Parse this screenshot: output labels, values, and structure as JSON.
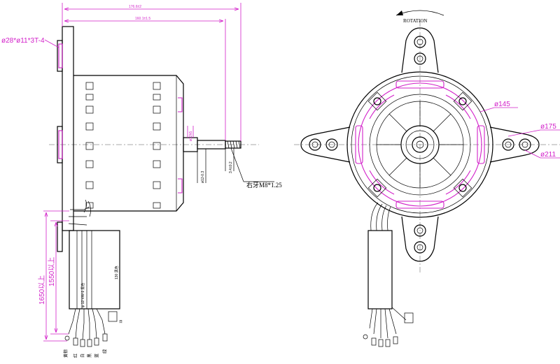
{
  "dimensions": {
    "overall_length": "176.6±2",
    "body_length": "160.1±1.5",
    "mount_holes": "ø28*ø11*3T-4",
    "shaft_dia": "ø12h5",
    "shaft_step": "ø12-0.3",
    "thread_len": "3.4±0.2",
    "thread_note": "右牙M8*1.25",
    "lead_length_1": "1550以上",
    "lead_length_2": "1650以上",
    "dia_145": "ø145",
    "dia_175": "ø175",
    "dia_211": "ø211"
  },
  "labels": {
    "rotation": "ROTATION",
    "label_box_1": "φ 12 VW-1 黑色",
    "label_box_2": "130 黑色",
    "end_mark": "日"
  },
  "wire_labels": [
    "黄棕",
    "红",
    "白",
    "黑",
    "蓝",
    "绿"
  ],
  "colors": {
    "outline": "#000000",
    "dimension": "#d21fc9"
  }
}
